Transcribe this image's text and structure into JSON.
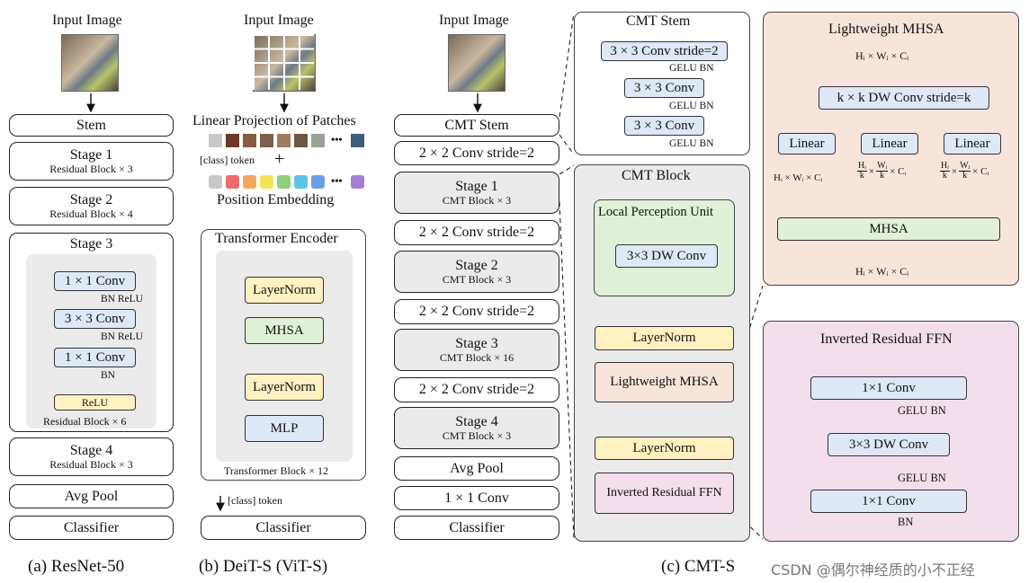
{
  "resnet": {
    "input_label": "Input Image",
    "stem": "Stem",
    "stage1": {
      "title": "Stage 1",
      "sub": "Residual Block × 3"
    },
    "stage2": {
      "title": "Stage 2",
      "sub": "Residual Block × 4"
    },
    "stage3": {
      "title": "Stage 3",
      "conv1": "1 × 1 Conv",
      "bnrelu1": "BN ReLU",
      "conv3": "3 × 3 Conv",
      "bnrelu2": "BN ReLU",
      "conv1b": "1 × 1 Conv",
      "bn": "BN",
      "relu": "ReLU",
      "sub": "Residual Block × 6"
    },
    "stage4": {
      "title": "Stage 4",
      "sub": "Residual Block × 3"
    },
    "avgpool": "Avg Pool",
    "classifier": "Classifier",
    "caption": "(a)  ResNet-50"
  },
  "deit": {
    "input_label": "Input Image",
    "linear_proj": "Linear Projection of Patches",
    "ellipsis": "•••",
    "class_token": "[class] token",
    "plus": "+",
    "pos_embed": "Position Embedding",
    "encoder_title": "Transformer Encoder",
    "layernorm1": "LayerNorm",
    "mhsa": "MHSA",
    "layernorm2": "LayerNorm",
    "mlp": "MLP",
    "block_count": "Transformer Block × 12",
    "out_token": "[class] token",
    "classifier": "Classifier",
    "caption": "(b) DeiT-S (ViT-S)"
  },
  "cmt": {
    "input_label": "Input Image",
    "stem": "CMT Stem",
    "conv_s2_1": "2 × 2 Conv stride=2",
    "stage1": {
      "title": "Stage 1",
      "sub": "CMT Block × 3"
    },
    "conv_s2_2": "2 × 2 Conv stride=2",
    "stage2": {
      "title": "Stage 2",
      "sub": "CMT Block × 3"
    },
    "conv_s2_3": "2 × 2 Conv stride=2",
    "stage3": {
      "title": "Stage 3",
      "sub": "CMT Block × 16"
    },
    "conv_s2_4": "2 × 2 Conv stride=2",
    "stage4": {
      "title": "Stage 4",
      "sub": "CMT Block × 3"
    },
    "avgpool": "Avg Pool",
    "conv1x1": "1 × 1 Conv",
    "classifier": "Classifier",
    "caption": "(c) CMT-S"
  },
  "cmt_stem": {
    "title": "CMT Stem",
    "conv1": "3 × 3 Conv stride=2",
    "gelubn1": "GELU BN",
    "conv2": "3 × 3 Conv",
    "gelubn2": "GELU BN",
    "conv3": "3 × 3 Conv",
    "gelubn3": "GELU BN"
  },
  "cmt_block": {
    "title": "CMT Block",
    "lpu_title": "Local Perception Unit",
    "dwconv": "3×3 DW Conv",
    "layernorm1": "LayerNorm",
    "lmhsa": "Lightweight MHSA",
    "layernorm2": "LayerNorm",
    "irffn": "Inverted Residual FFN"
  },
  "lmhsa_panel": {
    "title": "Lightweight MHSA",
    "input_dims": "Hᵢ × Wᵢ × Cᵢ",
    "dwconv": "k × k DW Conv stride=k",
    "linear1": "Linear",
    "linear2": "Linear",
    "linear3": "Linear",
    "dims_q": "Hᵢ × Wᵢ × Cᵢ",
    "dims_k_num_h": "Hᵢ",
    "dims_k_den": "k",
    "dims_k_num_w": "Wᵢ",
    "dims_k_c": "× Cᵢ",
    "times": "×",
    "mhsa": "MHSA",
    "output_dims": "Hᵢ × Wᵢ × Cᵢ"
  },
  "irffn_panel": {
    "title": "Inverted Residual FFN",
    "conv1": "1×1 Conv",
    "gelubn1": "GELU BN",
    "dwconv": "3×3 DW Conv",
    "gelubn2": "GELU BN",
    "conv2": "1×1 Conv",
    "bn": "BN"
  },
  "watermark": "CSDN @偶尔神经质的小不正经",
  "colors": {
    "blue": "#dfe8f6",
    "yellow": "#fff1c1",
    "green": "#e1f1d7",
    "salmon": "#f7e5dc",
    "pink": "#f3deec",
    "gray": "#ebebeb"
  },
  "patch_colors": [
    "#c8c8c8",
    "#ee6b6b",
    "#f5a85a",
    "#f2e55a",
    "#8fd07a",
    "#5fc3e6",
    "#6f9ee8",
    "#a57fd6"
  ],
  "icons": [
    "arrow-icon",
    "dashed-connector-icon",
    "residual-skip-icon"
  ]
}
